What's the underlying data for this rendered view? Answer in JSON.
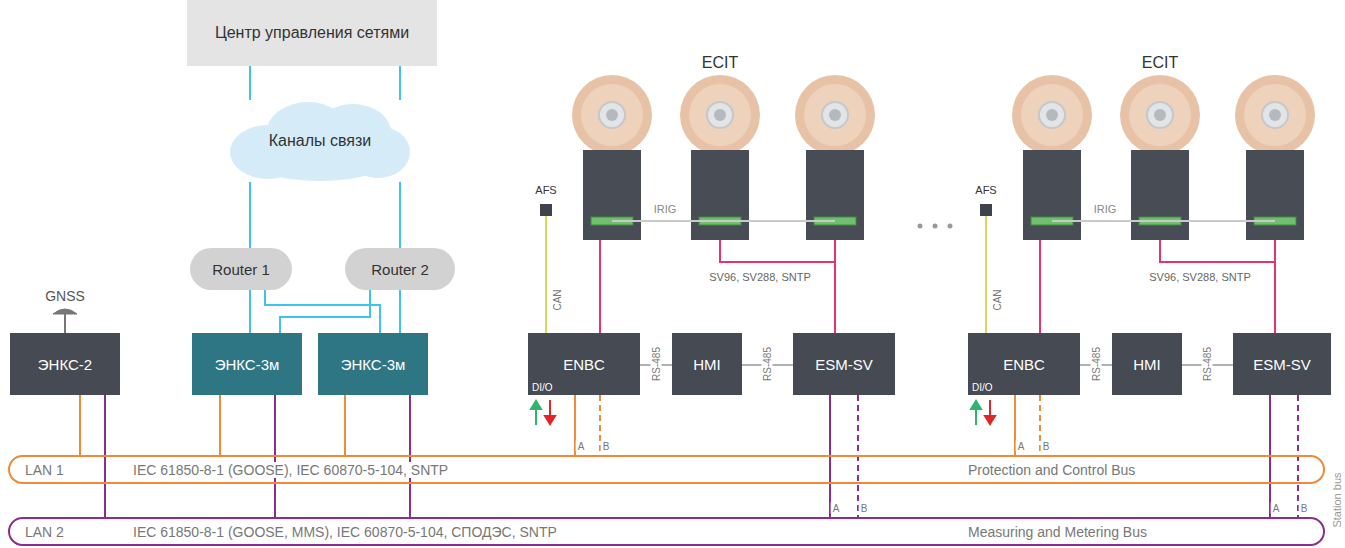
{
  "diagram": {
    "nodes": [
      {
        "text": [
          "Центр управления сетями"
        ]
      },
      {
        "text": [
          "Каналы связи"
        ]
      },
      {
        "text": [
          "Router 1"
        ]
      },
      {
        "text": [
          "Router 2"
        ]
      },
      {
        "text": [
          "ЭНКС-2"
        ]
      },
      {
        "text": [
          "ЭНКС-3м"
        ]
      },
      {
        "text": [
          "ЭНКС-3м"
        ]
      },
      {
        "text": [
          "AFS"
        ]
      },
      {
        "text": [
          "ENBC",
          "DI/O"
        ]
      },
      {
        "text": [
          "HMI"
        ]
      },
      {
        "text": [
          "ESM-SV"
        ]
      },
      {
        "text": [
          "AFS"
        ]
      },
      {
        "text": [
          "ENBC",
          "DI/O"
        ]
      },
      {
        "text": [
          "HMI"
        ]
      },
      {
        "text": [
          "ESM-SV"
        ]
      },
      {
        "text": [
          "LAN 1",
          "IEC 61850-8-1 (GOOSE), IEC 60870-5-104, SNTP",
          "Protection and Control Bus"
        ]
      },
      {
        "text": [
          "LAN 2",
          "IEC 61850-8-1 (GOOSE, MMS), IEC 60870-5-104, СПОДЭС, SNTP",
          "Measuring and Metering Bus"
        ]
      }
    ],
    "edges": [
      {
        "from": 0,
        "to": 1,
        "arrow": "none"
      },
      {
        "from": 0,
        "to": 1,
        "arrow": "none"
      },
      {
        "from": 1,
        "to": 2,
        "arrow": "none"
      },
      {
        "from": 1,
        "to": 3,
        "arrow": "none"
      },
      {
        "from": 2,
        "to": 5,
        "arrow": "none"
      },
      {
        "from": 3,
        "to": 6,
        "arrow": "none"
      },
      {
        "from": 2,
        "to": 6,
        "arrow": "none"
      },
      {
        "from": 3,
        "to": 5,
        "arrow": "none"
      },
      {
        "from": 4,
        "to": 15,
        "arrow": "none"
      },
      {
        "from": 5,
        "to": 15,
        "arrow": "none"
      },
      {
        "from": 6,
        "to": 15,
        "arrow": "none"
      },
      {
        "from": 4,
        "to": 16,
        "arrow": "none"
      },
      {
        "from": 5,
        "to": 16,
        "arrow": "none"
      },
      {
        "from": 6,
        "to": 16,
        "arrow": "none"
      },
      {
        "from": 7,
        "to": 8,
        "label": "CAN",
        "arrow": "none"
      },
      {
        "from": 8,
        "to": 9,
        "label": "RS-485",
        "arrow": "none"
      },
      {
        "from": 9,
        "to": 10,
        "label": "RS-485",
        "arrow": "none"
      },
      {
        "from": 8,
        "to": 15,
        "arrow": "none"
      },
      {
        "from": 8,
        "to": 15,
        "arrow": "none"
      },
      {
        "from": 10,
        "to": 16,
        "arrow": "none"
      },
      {
        "from": 10,
        "to": 16,
        "arrow": "none"
      },
      {
        "from": 11,
        "to": 12,
        "label": "CAN",
        "arrow": "none"
      },
      {
        "from": 12,
        "to": 13,
        "label": "RS-485",
        "arrow": "none"
      },
      {
        "from": 13,
        "to": 14,
        "label": "RS-485",
        "arrow": "none"
      },
      {
        "from": 12,
        "to": 15,
        "arrow": "none"
      },
      {
        "from": 12,
        "to": 15,
        "arrow": "none"
      },
      {
        "from": 14,
        "to": 16,
        "arrow": "none"
      },
      {
        "from": 14,
        "to": 16,
        "arrow": "none"
      }
    ],
    "labels": [
      "GNSS",
      "ECIT",
      "IRIG",
      "SV96, SV288, SNTP",
      "A",
      "B",
      "A",
      "B",
      "ECIT",
      "IRIG",
      "SV96, SV288, SNTP",
      "A",
      "B",
      "A",
      "B",
      "Station bus"
    ]
  }
}
